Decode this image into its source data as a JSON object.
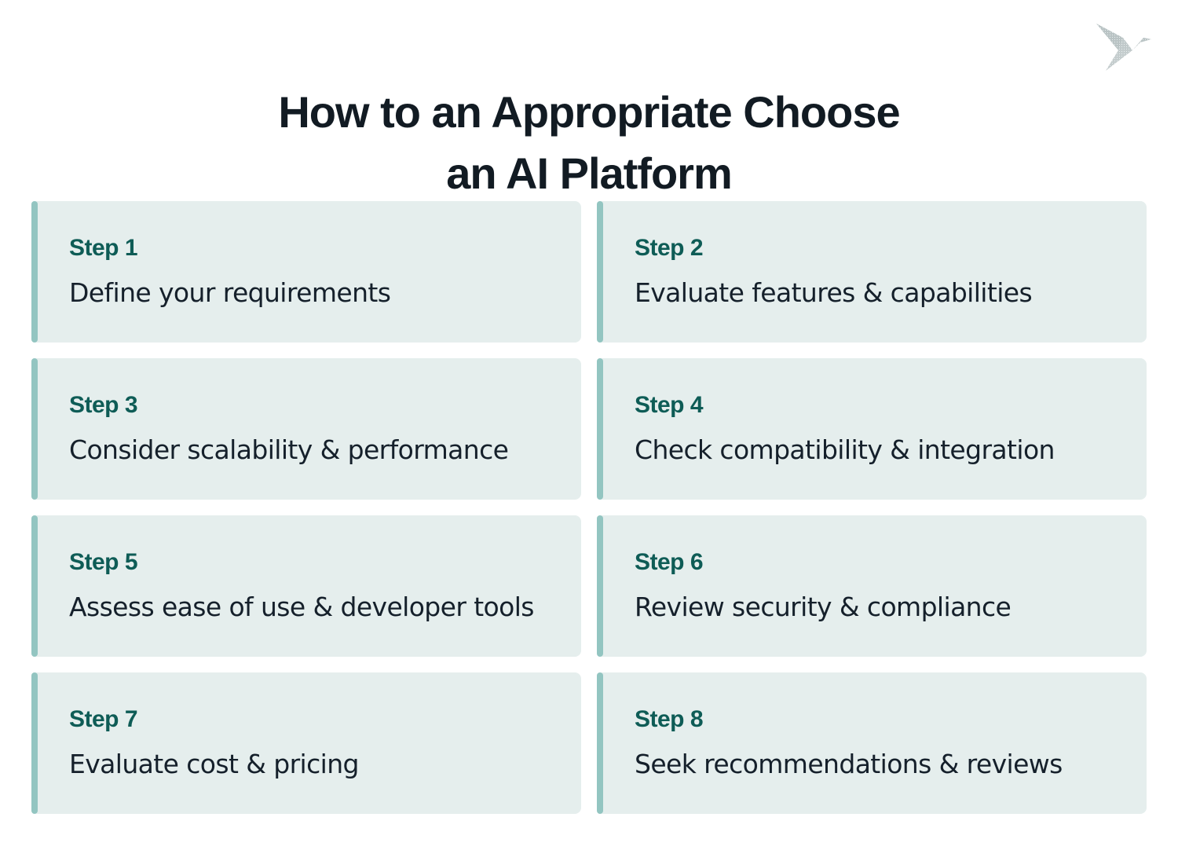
{
  "title": {
    "line1": "How to an Appropriate Choose",
    "line2": "an AI Platform"
  },
  "logo": {
    "icon": "origami-bird-icon"
  },
  "colors": {
    "card_background": "#e5eeed",
    "accent_bar": "#93c5c1",
    "step_label": "#0e5c56",
    "body_text": "#15202b",
    "title_text": "#121b23"
  },
  "steps": [
    {
      "label": "Step 1",
      "text": "Define your requirements"
    },
    {
      "label": "Step 2",
      "text": "Evaluate features & capabilities"
    },
    {
      "label": "Step 3",
      "text": "Consider scalability & performance"
    },
    {
      "label": "Step 4",
      "text": "Check compatibility & integration"
    },
    {
      "label": "Step 5",
      "text": "Assess ease of use & developer tools"
    },
    {
      "label": "Step 6",
      "text": "Review security & compliance"
    },
    {
      "label": "Step 7",
      "text": "Evaluate cost & pricing"
    },
    {
      "label": "Step 8",
      "text": "Seek recommendations & reviews"
    }
  ]
}
